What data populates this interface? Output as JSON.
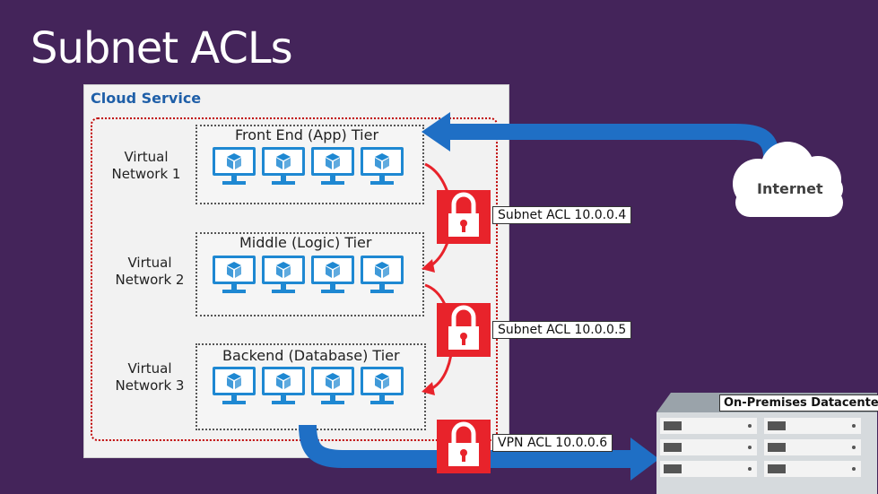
{
  "title": "Subnet ACLs",
  "cloud_service": {
    "label": "Cloud Service"
  },
  "tiers": [
    {
      "label": "Front End (App) Tier",
      "network": [
        "Virtual",
        "Network 1"
      ]
    },
    {
      "label": "Middle (Logic) Tier",
      "network": [
        "Virtual",
        "Network 2"
      ]
    },
    {
      "label": "Backend (Database) Tier",
      "network": [
        "Virtual",
        "Network 3"
      ]
    }
  ],
  "acls": [
    {
      "label": "Subnet ACL 10.0.0.4"
    },
    {
      "label": "Subnet ACL 10.0.0.5"
    },
    {
      "label": "VPN ACL 10.0.0.6"
    }
  ],
  "internet": {
    "label": "Internet"
  },
  "onprem": {
    "label": "On-Premises Datacenter"
  },
  "colors": {
    "background": "#44245a",
    "accent_blue": "#1f6fc5",
    "acl_red": "#e8232b",
    "vm_blue": "#1e88d2"
  },
  "icons": [
    "vm-monitor-icon",
    "lock-icon",
    "cloud-icon",
    "server-rack-icon",
    "arrow-icon"
  ]
}
